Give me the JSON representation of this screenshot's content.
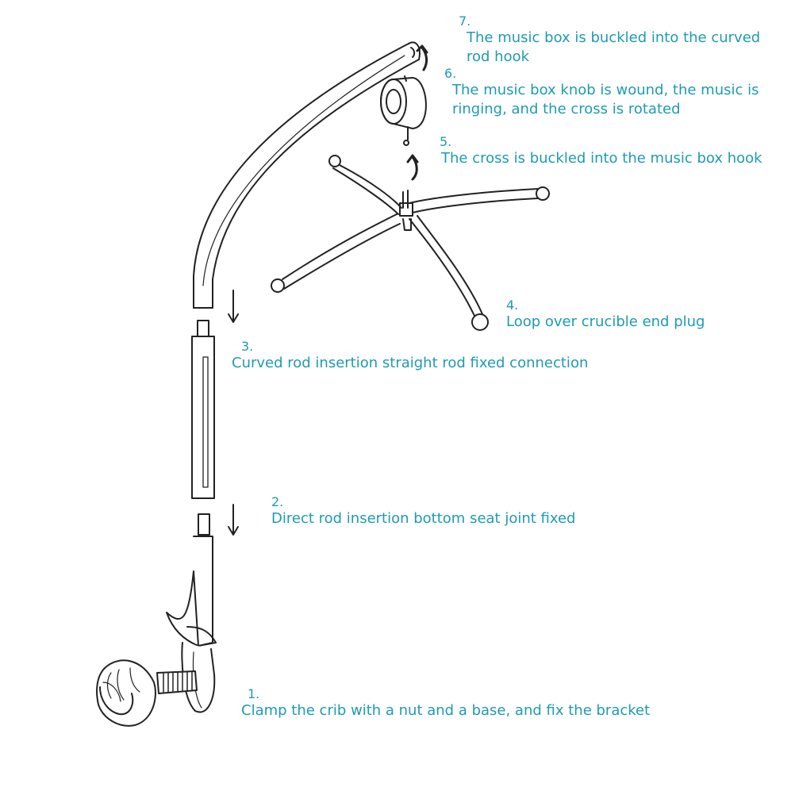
{
  "steps": [
    {
      "num": "7.",
      "lines": [
        "The music box is buckled into the curved",
        "rod hook"
      ]
    },
    {
      "num": "6.",
      "lines": [
        "The music box knob is wound, the music is",
        "ringing, and the cross is rotated"
      ]
    },
    {
      "num": "5.",
      "lines": [
        "The cross is buckled into the music box hook"
      ]
    },
    {
      "num": "4.",
      "lines": [
        "Loop over crucible end plug"
      ]
    },
    {
      "num": "3.",
      "lines": [
        "Curved rod insertion straight rod fixed connection"
      ]
    },
    {
      "num": "2.",
      "lines": [
        "Direct rod insertion bottom seat joint fixed"
      ]
    },
    {
      "num": "1.",
      "lines": [
        "Clamp the crib with a nut and a base, and fix the bracket"
      ]
    }
  ],
  "colors": {
    "label": "#1e9bb3",
    "line": "#222222",
    "fill": "#ffffff"
  },
  "icons": [
    "arrow-down-icon",
    "curved-arrow-icon"
  ]
}
